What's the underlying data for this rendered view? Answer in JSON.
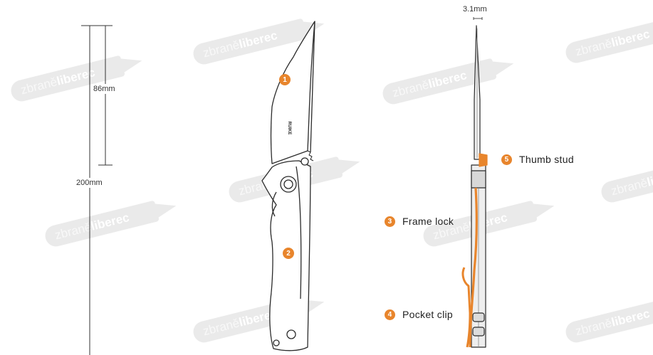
{
  "dimensions": {
    "blade_length": "86mm",
    "overall_length": "200mm",
    "blade_thickness": "3.1mm"
  },
  "markers": {
    "m1": "1",
    "m2": "2"
  },
  "callouts": [
    {
      "number": "5",
      "label": "Thumb stud"
    },
    {
      "number": "3",
      "label": "Frame lock"
    },
    {
      "number": "4",
      "label": "Pocket clip"
    }
  ],
  "brand_mark": "RUIKE",
  "watermark": {
    "part1": "zbraně",
    "part2": "liberec"
  },
  "colors": {
    "accent": "#e8852c",
    "line": "#2b2b2b",
    "watermark": "#d9d9d9"
  }
}
